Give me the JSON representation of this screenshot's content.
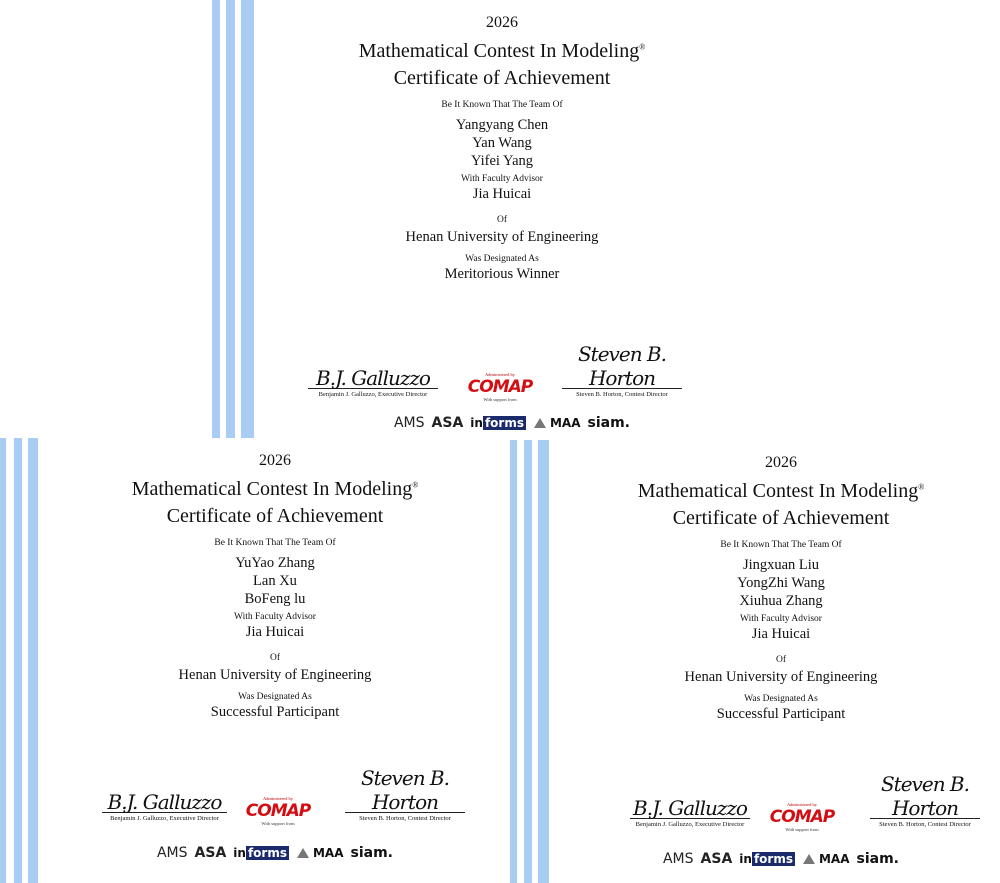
{
  "common": {
    "contest": "Mathematical Contest In Modeling",
    "reg": "®",
    "title": "Certificate of Achievement",
    "known_label": "Be It Known That The Team Of",
    "advisor_label": "With Faculty Advisor",
    "of_label": "Of",
    "designated_label": "Was Designated As",
    "sig_left_caption": "Benjamin J. Galluzzo, Executive Director",
    "sig_right_caption": "Steven B. Horton, Contest Director",
    "sig_left_script": "B.J. Galluzzo",
    "sig_right_script": "Steven B. Horton",
    "comap_admin": "Administered by",
    "comap_logo": "COMAP",
    "comap_support": "With support from",
    "partners": {
      "ams": "AMS",
      "asa": "ASA",
      "informs_a": "in",
      "informs_b": "forms",
      "maa": "MAA",
      "siam": "siam."
    }
  },
  "certificates": [
    {
      "year": "2026",
      "members": [
        "Yangyang Chen",
        "Yan Wang",
        "Yifei Yang"
      ],
      "advisor": "Jia Huicai",
      "university": "Henan University of Engineering",
      "designation": "Meritorious Winner"
    },
    {
      "year": "2026",
      "members": [
        "YuYao Zhang",
        "Lan Xu",
        "BoFeng lu"
      ],
      "advisor": "Jia Huicai",
      "university": "Henan University of Engineering",
      "designation": "Successful Participant"
    },
    {
      "year": "2026",
      "members": [
        "Jingxuan Liu",
        "YongZhi Wang",
        "Xiuhua Zhang"
      ],
      "advisor": "Jia Huicai",
      "university": "Henan University of Engineering",
      "designation": "Successful Participant"
    }
  ],
  "colors": {
    "stripe": "#a9cdf2",
    "comap_red": "#d40d12",
    "informs_navy": "#1b2a6b"
  }
}
